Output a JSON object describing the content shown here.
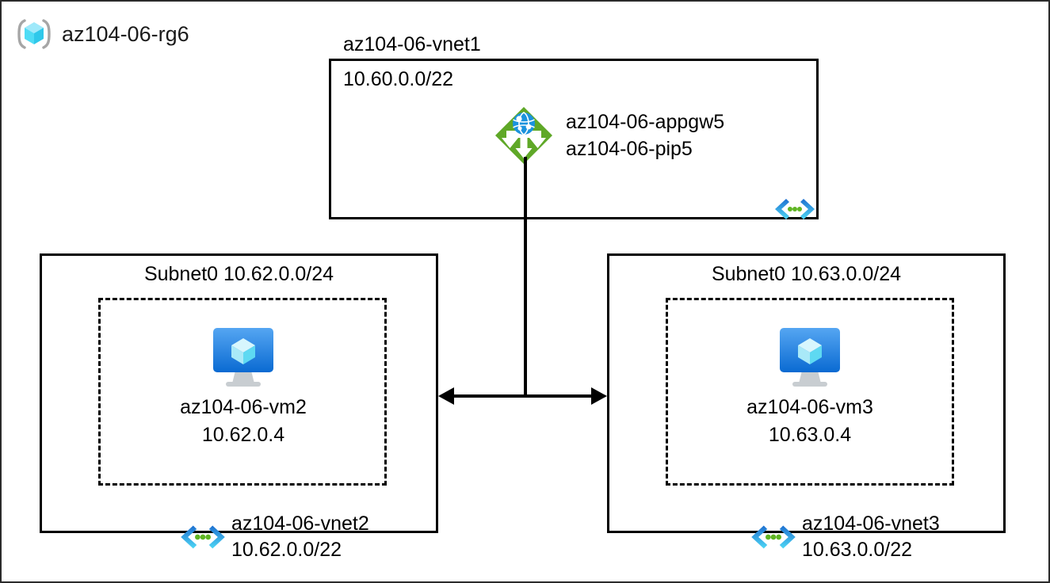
{
  "diagram": {
    "resource_group": {
      "name": "az104-06-rg6",
      "icon": "resource-group-cube-icon"
    },
    "vnet1": {
      "title": "az104-06-vnet1",
      "cidr": "10.60.0.0/22",
      "vnet_icon": "virtual-network-icon",
      "appgw": {
        "icon": "application-gateway-icon",
        "line1": "az104-06-appgw5",
        "line2": "az104-06-pip5"
      }
    },
    "vnet2": {
      "subnet_title": "Subnet0 10.62.0.0/24",
      "vm": {
        "icon": "virtual-machine-icon",
        "name": "az104-06-vm2",
        "ip": "10.62.0.4"
      },
      "badge": {
        "icon": "virtual-network-icon",
        "name": "az104-06-vnet2",
        "cidr": "10.62.0.0/22"
      }
    },
    "vnet3": {
      "subnet_title": "Subnet0 10.63.0.0/24",
      "vm": {
        "icon": "virtual-machine-icon",
        "name": "az104-06-vm3",
        "ip": "10.63.0.4"
      },
      "badge": {
        "icon": "virtual-network-icon",
        "name": "az104-06-vnet3",
        "cidr": "10.63.0.0/22"
      }
    },
    "colors": {
      "outline": "#000000",
      "frame": "#2b2b2b",
      "appgw_green": "#5fa827",
      "appgw_globe_blue": "#1b93dd",
      "vnet_chevron_dark": "#1d6fd0",
      "vnet_chevron_light": "#4fd8f5",
      "vnet_dot_green": "#5fb523",
      "vm_monitor_top": "#4a9ef0",
      "vm_monitor_bottom": "#0b6fd4",
      "vm_cube_light": "#cff4fb",
      "vm_cube_mid": "#5ed9f2",
      "vm_stand_gray": "#c8cdd1",
      "rg_cube_light": "#9fe9fa",
      "rg_cube_mid": "#2fd0f0",
      "rg_bracket_gray": "#a6a6a6"
    }
  }
}
